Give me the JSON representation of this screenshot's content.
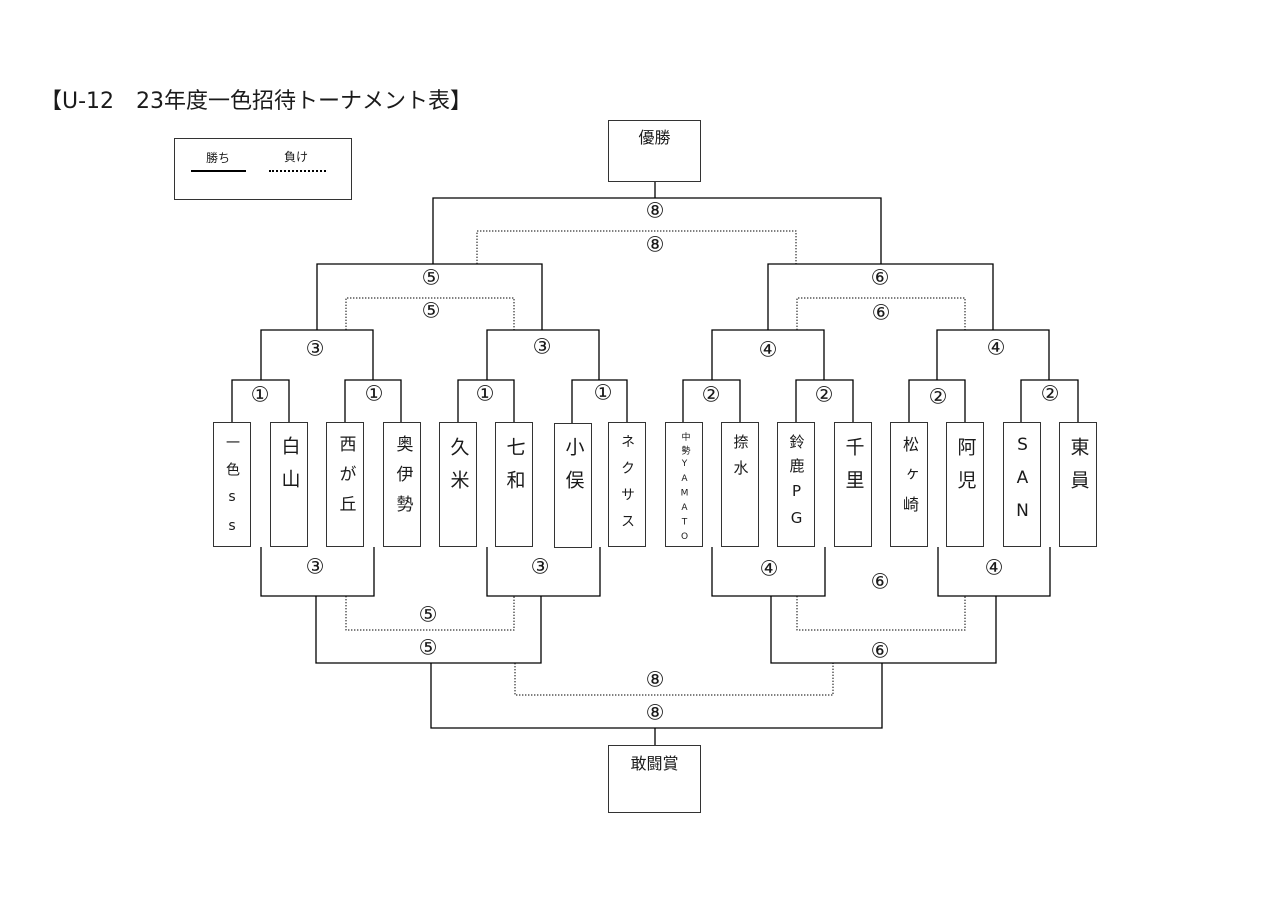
{
  "title": "【U-12　23年度一色招待トーナメント表】",
  "legend": {
    "win_label": "勝ち",
    "lose_label": "負け"
  },
  "awards": {
    "champion": "優勝",
    "fighting_spirit": "敢闘賞"
  },
  "teams": [
    "一色ss",
    "白山",
    "西が丘",
    "奥伊勢",
    "久米",
    "七和",
    "小俣",
    "ネクサス",
    "中勢YAMATO",
    "捺水",
    "鈴鹿PG",
    "千里",
    "松ヶ崎",
    "阿児",
    "SAN",
    "東員"
  ],
  "bracket": {
    "upper": {
      "round1": [
        "①",
        "①",
        "①",
        "①",
        "②",
        "②",
        "②",
        "②"
      ],
      "round2": [
        "③",
        "③",
        "④",
        "④"
      ],
      "round3_win": [
        "⑤",
        "⑥"
      ],
      "round3_lose": [
        "⑤",
        "⑥"
      ],
      "final_win": "⑧",
      "final_lose": "⑧"
    },
    "lower": {
      "round2": [
        "③",
        "③",
        "④",
        "④"
      ],
      "round3_win": [
        "⑤",
        "⑥"
      ],
      "round3_lose": [
        "⑤",
        "⑥"
      ],
      "final_win": "⑧",
      "final_lose": "⑧"
    }
  },
  "colors": {
    "line": "#000000",
    "text": "#1a1a1a",
    "border": "#333333",
    "background": "#ffffff"
  }
}
